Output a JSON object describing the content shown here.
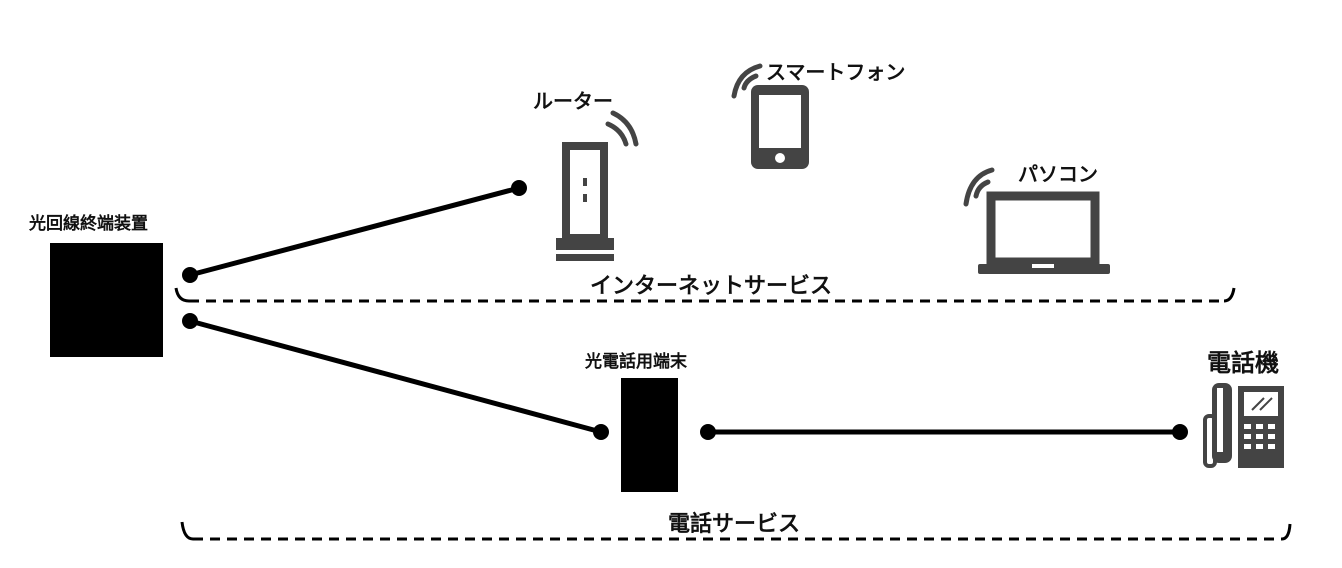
{
  "labels": {
    "ont": "光回線終端装置",
    "router": "ルーター",
    "smartphone": "スマートフォン",
    "pc": "パソコン",
    "internet_service": "インターネットサービス",
    "phone_terminal": "光電話用端末",
    "telephone": "電話機",
    "phone_service": "電話サービス"
  },
  "colors": {
    "line": "#000000",
    "device_gray": "#444444",
    "device_black": "#000000"
  },
  "icons": {
    "router": "router-icon",
    "smartphone": "smartphone-icon",
    "laptop": "laptop-icon",
    "telephone": "telephone-icon",
    "wifi": "wifi-icon"
  }
}
